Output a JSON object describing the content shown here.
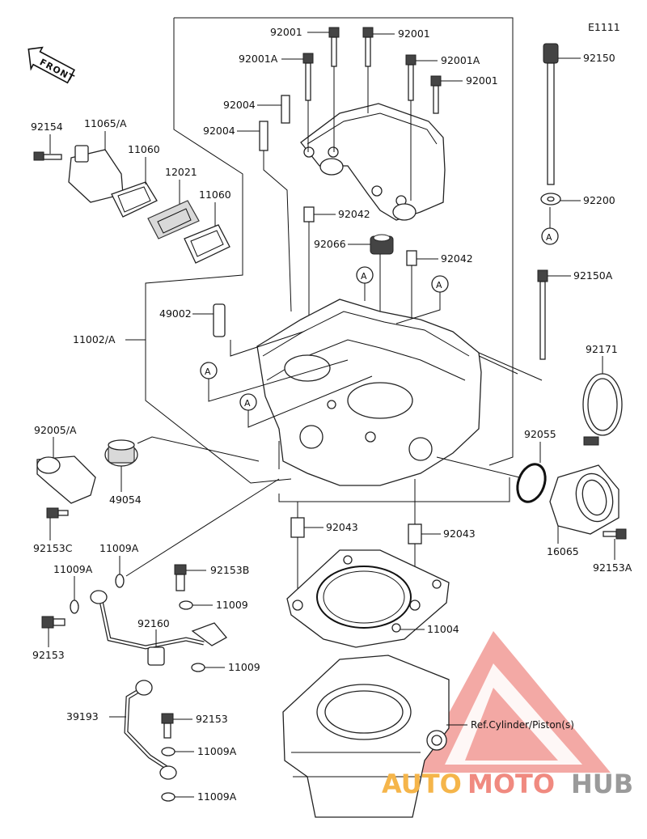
{
  "diagram_code": "E1111",
  "front_label": "FRONT",
  "ref_label": "Ref.Cylinder/Piston(s)",
  "watermark": {
    "brand": "AUTOMOTOHUB",
    "part1": "AUTO",
    "part2": "MOTO",
    "part3": "HUB",
    "color_orange": "#f5a623",
    "color_red": "#e8453c",
    "color_gray": "#8a8a8a"
  },
  "callout_marker": "A",
  "parts": {
    "p92001_a": "92001",
    "p92001_b": "92001",
    "p92001A_a": "92001A",
    "p92001A_b": "92001A",
    "p92001_c": "92001",
    "p92004_a": "92004",
    "p92004_b": "92004",
    "p92042_a": "92042",
    "p92066": "92066",
    "p92042_b": "92042",
    "p92150": "92150",
    "p92200": "92200",
    "p92150A": "92150A",
    "p92154": "92154",
    "p11065A": "11065/A",
    "p11060_a": "11060",
    "p12021": "12021",
    "p11060_b": "11060",
    "p49002": "49002",
    "p11002A": "11002/A",
    "p92171": "92171",
    "p92005A": "92005/A",
    "p49054": "49054",
    "p92055": "92055",
    "p92153C": "92153C",
    "p11009A_a": "11009A",
    "p11009A_b": "11009A",
    "p92153B": "92153B",
    "p11009_a": "11009",
    "p92153_a": "92153",
    "p92160": "92160",
    "p11009_b": "11009",
    "p39193": "39193",
    "p92153_b": "92153",
    "p11009A_c": "11009A",
    "p11009A_d": "11009A",
    "p92043_a": "92043",
    "p92043_b": "92043",
    "p11004": "11004",
    "p16065": "16065",
    "p92153A": "92153A"
  }
}
